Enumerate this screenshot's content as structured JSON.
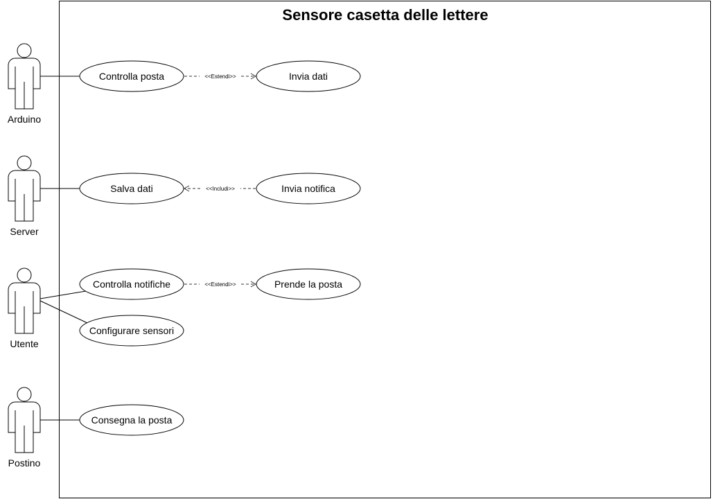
{
  "system": {
    "title": "Sensore casetta delle lettere"
  },
  "actors": [
    {
      "id": "arduino",
      "label": "Arduino"
    },
    {
      "id": "server",
      "label": "Server"
    },
    {
      "id": "utente",
      "label": "Utente"
    },
    {
      "id": "postino",
      "label": "Postino"
    }
  ],
  "use_cases": [
    {
      "id": "controlla-posta",
      "label": "Controlla posta"
    },
    {
      "id": "invia-dati",
      "label": "Invia dati"
    },
    {
      "id": "salva-dati",
      "label": "Salva dati"
    },
    {
      "id": "invia-notifica",
      "label": "Invia notifica"
    },
    {
      "id": "controlla-notifiche",
      "label": "Controlla notifiche"
    },
    {
      "id": "prende-la-posta",
      "label": "Prende la posta"
    },
    {
      "id": "configurare-sensori",
      "label": "Configurare sensori"
    },
    {
      "id": "consegna-la-posta",
      "label": "Consegna la posta"
    }
  ],
  "relations": [
    {
      "from": "controlla-posta",
      "to": "invia-dati",
      "label": "<<Estendi>>"
    },
    {
      "from": "invia-notifica",
      "to": "salva-dati",
      "label": "<<Includi>>"
    },
    {
      "from": "controlla-notifiche",
      "to": "prende-la-posta",
      "label": "<<Estendi>>"
    }
  ],
  "associations": [
    {
      "actor": "arduino",
      "use_case": "controlla-posta"
    },
    {
      "actor": "server",
      "use_case": "salva-dati"
    },
    {
      "actor": "utente",
      "use_case": "controlla-notifiche"
    },
    {
      "actor": "utente",
      "use_case": "configurare-sensori"
    },
    {
      "actor": "postino",
      "use_case": "consegna-la-posta"
    }
  ]
}
